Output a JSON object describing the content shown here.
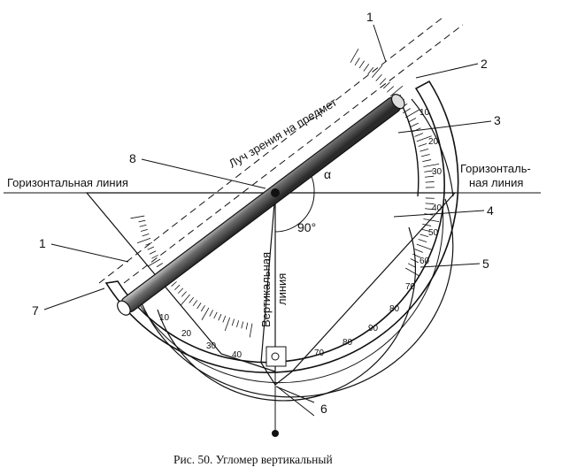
{
  "labels": {
    "horizontal_left": "Горизонтальная линия",
    "horizontal_right_1": "Горизонталь-",
    "horizontal_right_2": "ная линия",
    "sight_line": "Луч зрения на предмет",
    "vertical_1": "Вертикальная",
    "vertical_2": "линия",
    "alpha": "α",
    "angle_90": "90°"
  },
  "callouts": [
    "1",
    "2",
    "3",
    "4",
    "5",
    "6",
    "7",
    "8"
  ],
  "inner_scale": [
    "10",
    "20",
    "30",
    "40",
    "70",
    "80",
    "90"
  ],
  "outer_scale": [
    "10",
    "20",
    "30",
    "40",
    "50",
    "60",
    "70",
    "80"
  ],
  "caption": "Рис. 50. Угломер вертикальный",
  "colors": {
    "ink": "#111111",
    "paper": "#ffffff",
    "tube_shade": "#6b6b6b"
  }
}
